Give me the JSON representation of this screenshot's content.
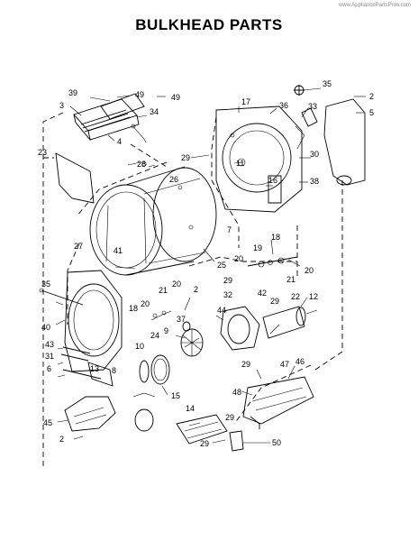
{
  "watermark": "www.AppliancePartsPros.com",
  "title": "BULKHEAD PARTS",
  "callouts": [
    "39",
    "49",
    "49",
    "3",
    "34",
    "4",
    "17",
    "36",
    "33",
    "35",
    "2",
    "5",
    "23",
    "28",
    "26",
    "29",
    "11",
    "16",
    "30",
    "38",
    "27",
    "41",
    "7",
    "25",
    "18",
    "19",
    "20",
    "20",
    "21",
    "35",
    "40",
    "2",
    "20",
    "21",
    "20",
    "29",
    "32",
    "42",
    "29",
    "22",
    "12",
    "18",
    "9",
    "37",
    "44",
    "43",
    "31",
    "6",
    "13",
    "8",
    "10",
    "24",
    "15",
    "14",
    "29",
    "47",
    "46",
    "48",
    "29",
    "45",
    "2",
    "29",
    "50"
  ]
}
